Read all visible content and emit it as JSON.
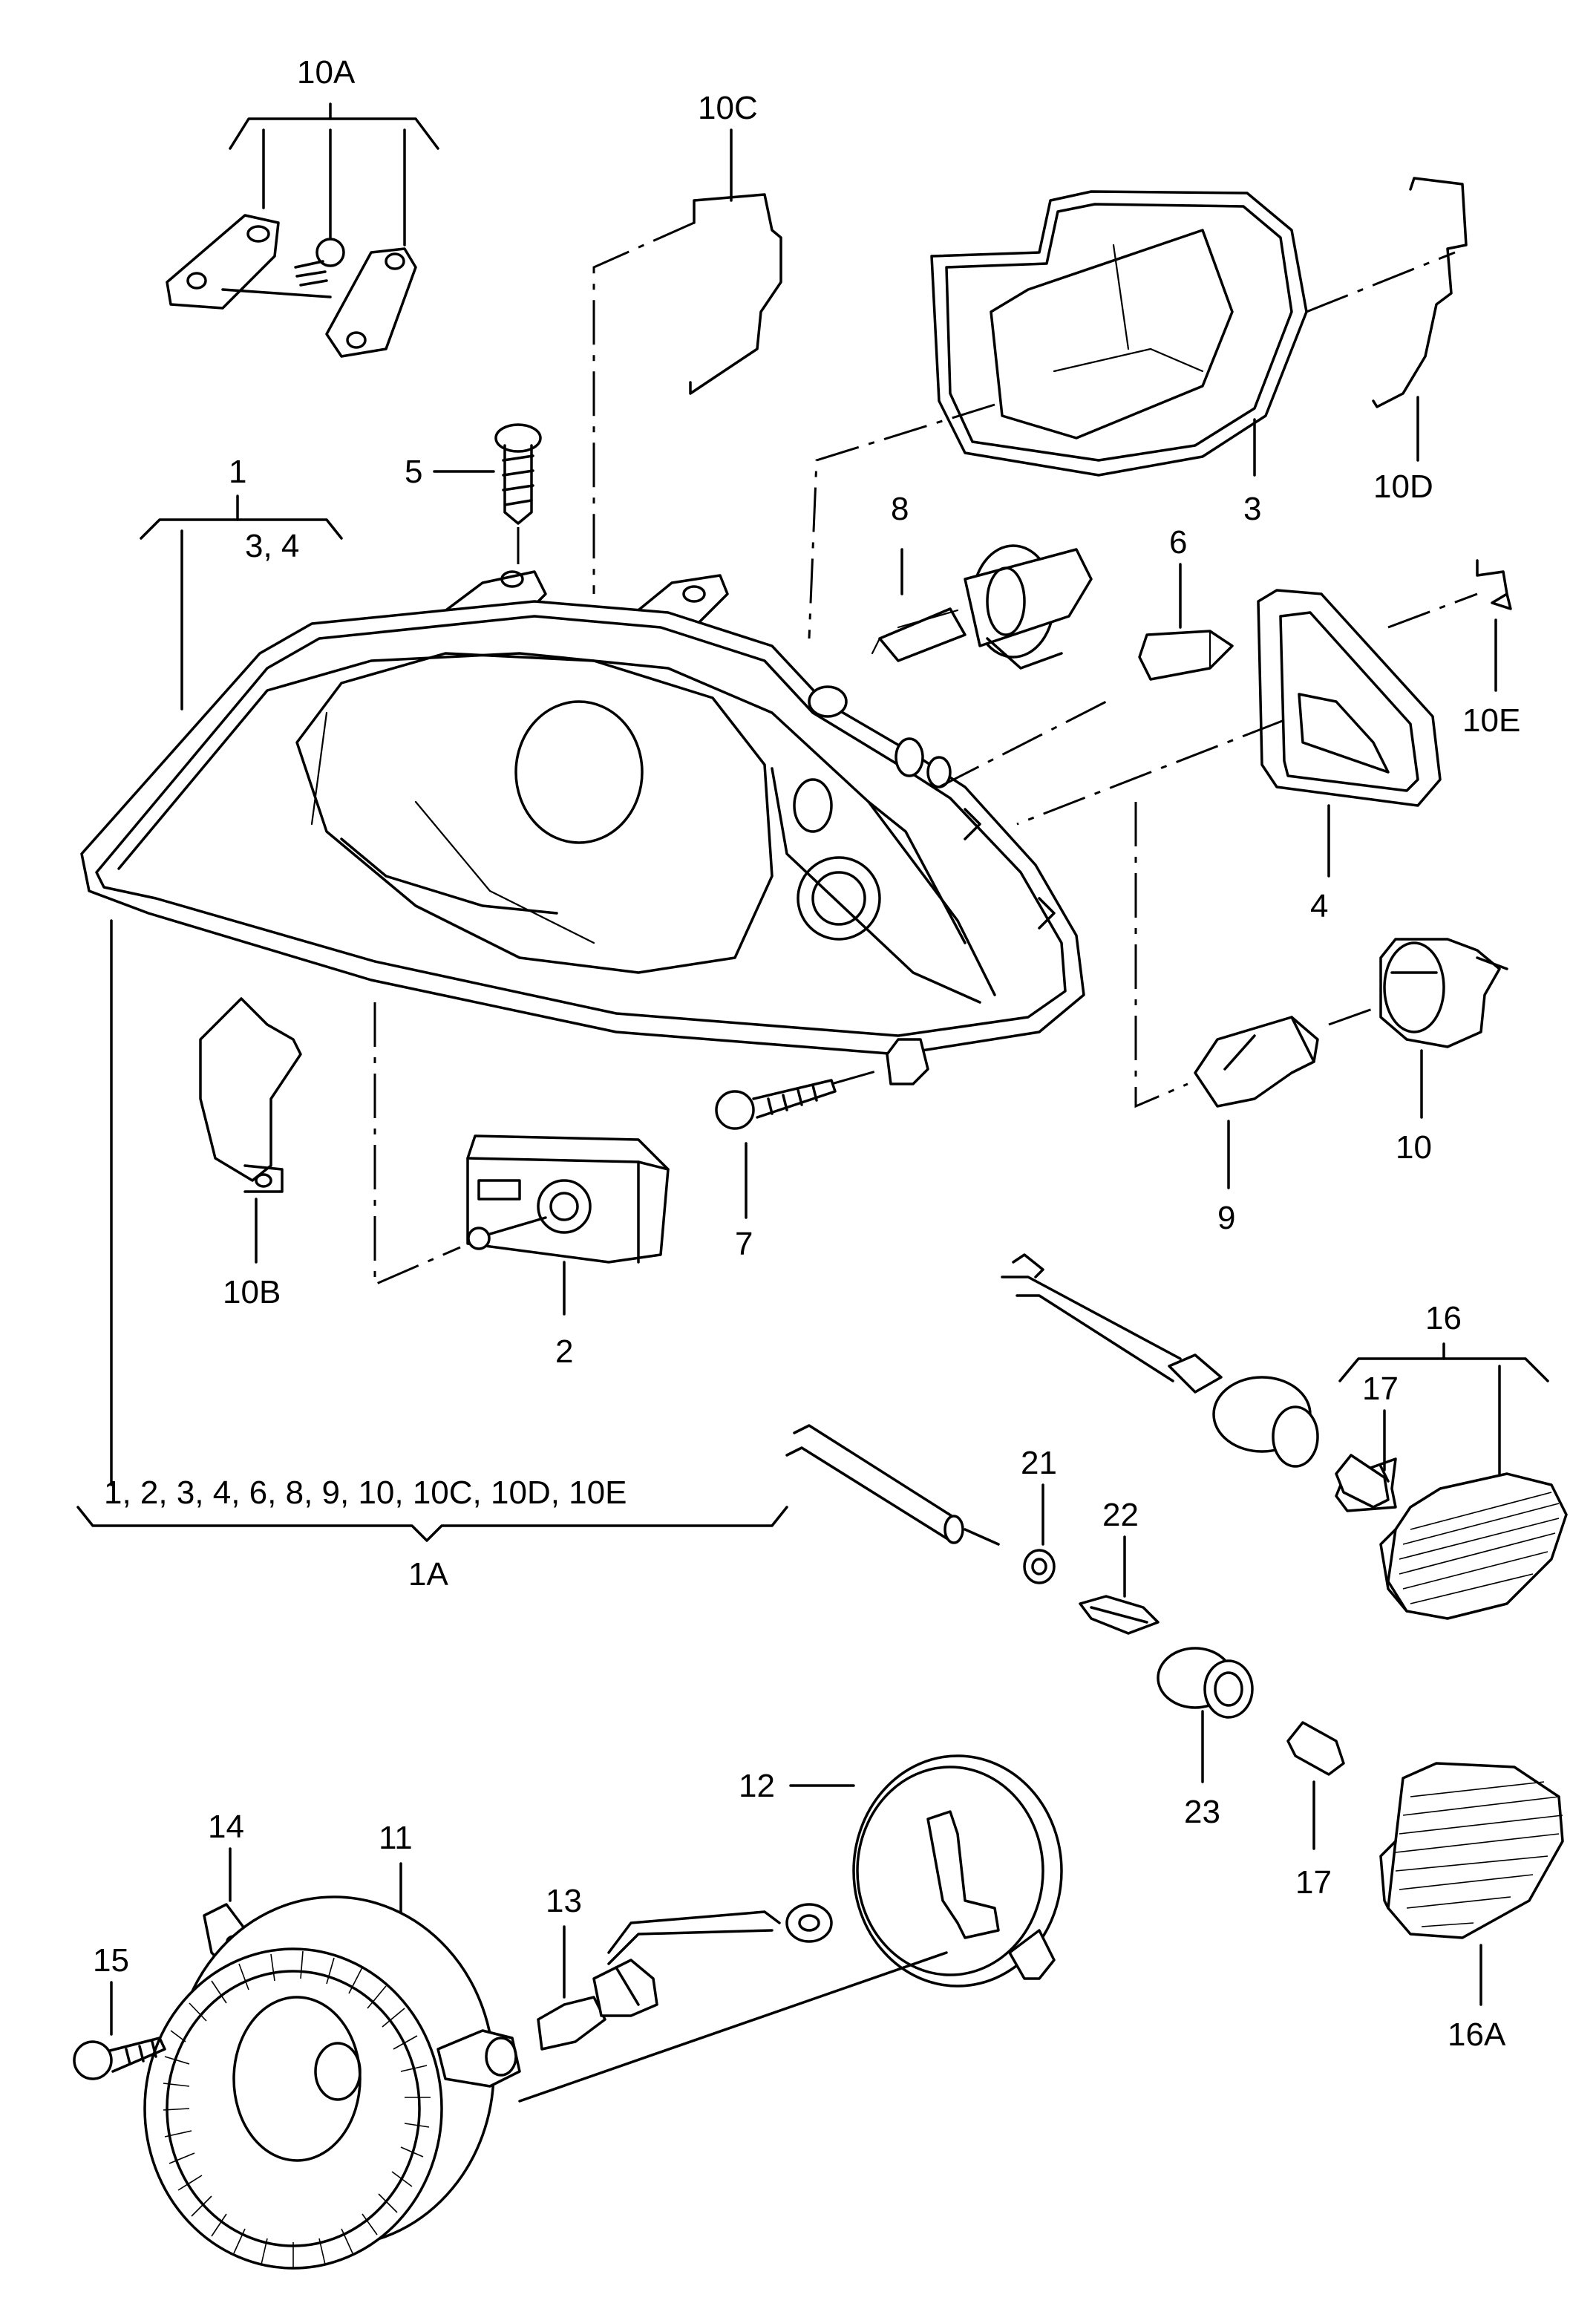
{
  "diagram": {
    "labels": {
      "l_10A": "10A",
      "l_10C": "10C",
      "l_1": "1",
      "l_3_4": "3, 4",
      "l_5": "5",
      "l_8": "8",
      "l_6": "6",
      "l_3": "3",
      "l_10D": "10D",
      "l_10E": "10E",
      "l_4": "4",
      "l_10": "10",
      "l_9": "9",
      "l_7": "7",
      "l_10B": "10B",
      "l_2": "2",
      "l_16": "16",
      "l_17a": "17",
      "l_21": "21",
      "l_22": "22",
      "l_1A_list": "1, 2, 3, 4, 6, 8, 9, 10, 10C, 10D, 10E",
      "l_1A": "1A",
      "l_12": "12",
      "l_23": "23",
      "l_17b": "17",
      "l_14": "14",
      "l_11": "11",
      "l_13": "13",
      "l_15": "15",
      "l_16A": "16A"
    }
  }
}
